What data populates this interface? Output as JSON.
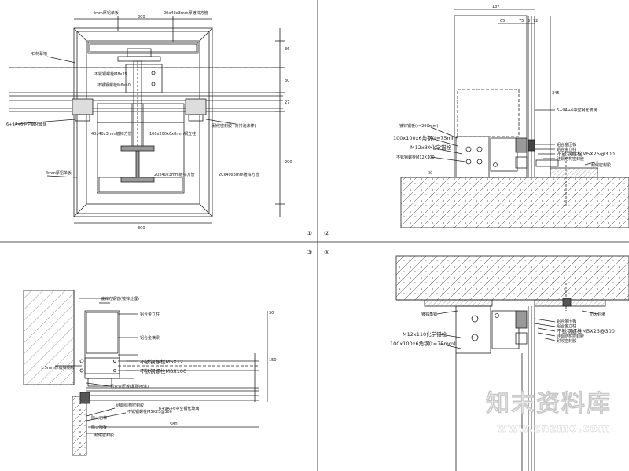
{
  "drawing": {
    "panel1": {
      "dims": {
        "w_top": "300",
        "w_bottom": "300",
        "d1": "36",
        "d2": "30",
        "d3": "27",
        "d4": "290"
      },
      "labels": {
        "plate_top": "4mm厚铝单板",
        "tube_top": "20x40x3mm厚镀锌方管",
        "lbl_top_left": "石材幕墙",
        "lbl_mid1": "不锈钢螺栓M8x25",
        "lbl_mid2": "不锈钢螺栓M6x40",
        "glass_left": "6+9A+6中空钢化玻璃",
        "sealant_right": "耐候密封胶 (背衬泡沫棒)",
        "tube_40": "40x40x3mm镀锌方管",
        "tube_100": "100x200x6x8mm钢立柱",
        "plate_bottom": "4mm厚铝单板",
        "tube_b1": "20x40x3mm镀锌方管",
        "tube_b2": "20x40x3mm镀锌方管"
      }
    },
    "panel2": {
      "dims": {
        "top": "187",
        "a": "65",
        "b": "75",
        "c": "3",
        "d": "72",
        "side": "345",
        "bottom": "30"
      },
      "labels": {
        "glass": "6+9A+6中空钢化玻璃",
        "l1": "镀锌钢板(t=200mm)",
        "l2": "100x100x6角钢(t=75mm)",
        "l3": "M12x30化学锚栓",
        "l4": "不锈钢螺栓M12X100",
        "r1": "铝合金压板",
        "r2": "铝合金立柱",
        "r3": "不锈钢螺栓M5X25@300",
        "r4": "硅酮结构密封胶",
        "r5": "耐候密封胶"
      }
    },
    "panel3": {
      "dims": {
        "top": "30",
        "mid": "150",
        "width": "580"
      },
      "labels": {
        "l1": "镀锌方钢管(镀锌处理)",
        "l2": "铝合金立柱",
        "l3": "铝合金横梁",
        "l4": "不锈钢螺栓M5X12",
        "l5": "不锈钢螺栓M8X100",
        "l6": "1.5mm厚镀锌钢板",
        "l7": "铝合金压板(氟碳喷涂)",
        "l8": "硅酮结构密封胶",
        "l9": "不锈钢螺栓M5X25@300",
        "l10": "6+9A+6中空钢化玻璃",
        "l11": "防火岩棉",
        "l12": "防火隔板",
        "l13": "耐候密封胶"
      }
    },
    "panel4": {
      "labels": {
        "l1": "镀锌角钢",
        "l2": "M12x110化学锚栓",
        "l3": "100x100x6角钢(t=75mm)",
        "r1": "铝合金压板",
        "r2": "铝合金立柱",
        "r3": "不锈钢螺栓M5X25@300",
        "r4": "硅酮结构密封胶",
        "r5": "耐候密封胶",
        "r6": "防火封堵"
      }
    },
    "detail_marks": [
      "①",
      "②",
      "③",
      "④"
    ]
  },
  "watermark": {
    "name": "知末资料库",
    "url": "www.znzmo.com"
  }
}
